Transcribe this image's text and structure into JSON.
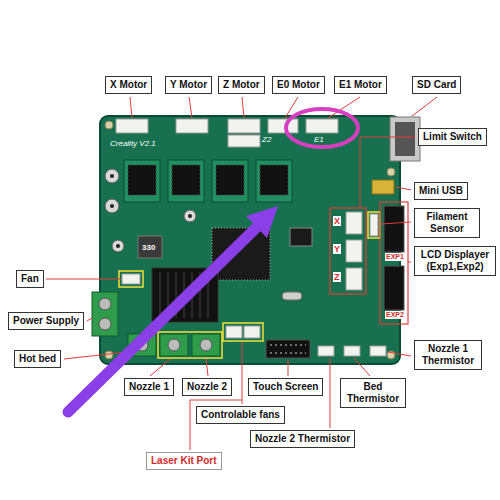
{
  "diagram": {
    "nodes": [
      {
        "text": [
          "X Motor"
        ]
      },
      {
        "text": [
          "Y Motor"
        ]
      },
      {
        "text": [
          "Z Motor"
        ]
      },
      {
        "text": [
          "E0 Motor"
        ]
      },
      {
        "text": [
          "E1 Motor"
        ]
      },
      {
        "text": [
          "SD Card"
        ]
      },
      {
        "text": [
          "Limit Switch"
        ]
      },
      {
        "text": [
          "Mini USB"
        ]
      },
      {
        "text": [
          "Filament Sensor"
        ]
      },
      {
        "text": [
          "LCD Displayer (Exp1,Exp2)"
        ]
      },
      {
        "text": [
          "Fan"
        ]
      },
      {
        "text": [
          "Power Supply"
        ]
      },
      {
        "text": [
          "Hot bed"
        ]
      },
      {
        "text": [
          "Nozzle 1 Thermistor"
        ]
      },
      {
        "text": [
          "Nozzle 1"
        ]
      },
      {
        "text": [
          "Nozzle 2"
        ]
      },
      {
        "text": [
          "Touch Screen"
        ]
      },
      {
        "text": [
          "Bed Thermistor"
        ]
      },
      {
        "text": [
          "Controlable fans"
        ]
      },
      {
        "text": [
          "Nozzle 2 Thermistor"
        ]
      },
      {
        "text": [
          "Laser Kit Port"
        ]
      }
    ],
    "labels": [
      "Creality V2.1",
      "Z2",
      "E1",
      "330",
      "X",
      "Y",
      "Z",
      "EXP1",
      "EXP2"
    ]
  }
}
